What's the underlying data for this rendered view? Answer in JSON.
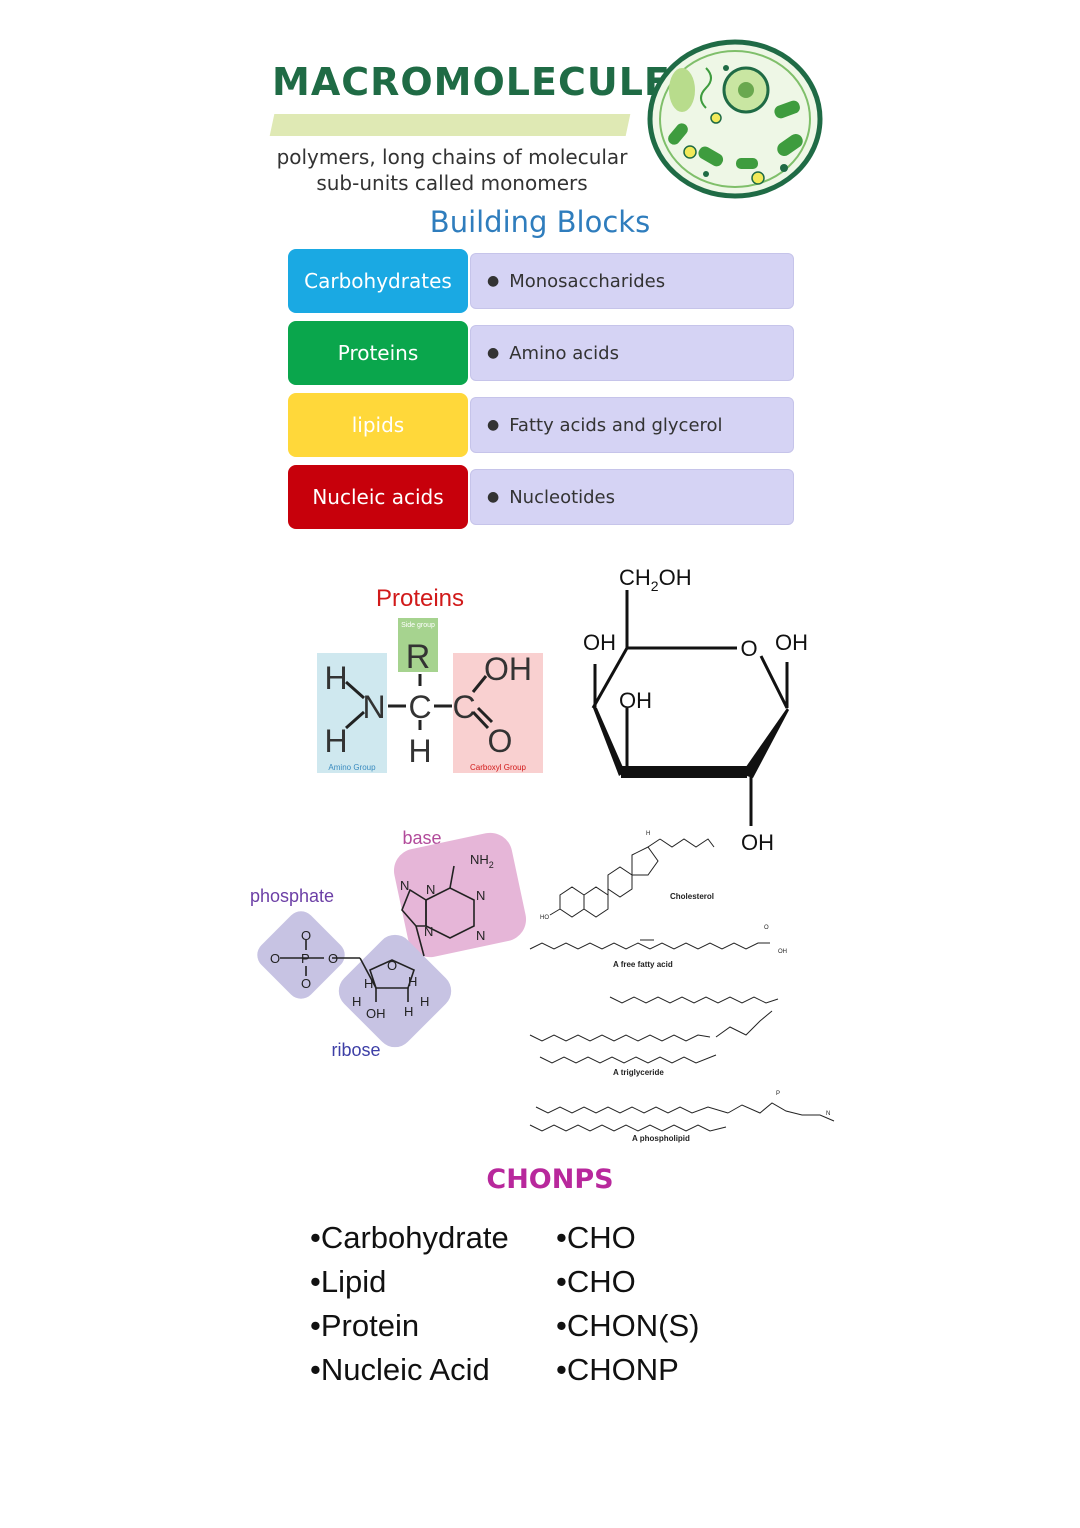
{
  "header": {
    "title": "MACROMOLECULES",
    "subtitle": "polymers, long chains of molecular sub-units called monomers"
  },
  "building_blocks": {
    "heading": "Building Blocks",
    "rows": [
      {
        "name": "Carbohydrates",
        "monomer": "Monosaccharides",
        "color": "#1aa9e3"
      },
      {
        "name": "Proteins",
        "monomer": "Amino acids",
        "color": "#0aa64c"
      },
      {
        "name": "lipids",
        "monomer": "Fatty acids and glycerol",
        "color": "#ffd83a"
      },
      {
        "name": "Nucleic acids",
        "monomer": "Nucleotides",
        "color": "#c7000b"
      }
    ]
  },
  "amino_acid": {
    "title": "Proteins",
    "side_group_label": "Side group",
    "r": "R",
    "h": "H",
    "n": "N",
    "c": "C",
    "oh": "OH",
    "o": "O",
    "amino_group_label": "Amino Group",
    "carboxyl_group_label": "Carboxyl Group"
  },
  "glucose": {
    "ch2oh_main": "CH",
    "ch2oh_sub": "2",
    "ch2oh_end": "OH",
    "oh": "OH",
    "ring_o": "O"
  },
  "nucleotide": {
    "base_label": "base",
    "phosphate_label": "phosphate",
    "ribose_label": "ribose",
    "nh2": "NH",
    "nh2_sub": "2",
    "n": "N",
    "o": "O",
    "p": "P",
    "h": "H",
    "oh": "OH"
  },
  "lipids": {
    "cholesterol": "Cholesterol",
    "fatty_acid": "A free fatty acid",
    "triglyceride": "A triglyceride",
    "phospholipid": "A phospholipid",
    "ho": "HO",
    "oh": "OH",
    "h": "H",
    "o": "O",
    "p": "P",
    "n_plus": "N"
  },
  "chonps": {
    "heading": "CHONPS",
    "items": [
      {
        "name": "•Carbohydrate",
        "elements": "•CHO"
      },
      {
        "name": "•Lipid",
        "elements": "•CHO"
      },
      {
        "name": "•Protein",
        "elements": "•CHON(S)"
      },
      {
        "name": "•Nucleic Acid",
        "elements": "•CHONP"
      }
    ]
  }
}
